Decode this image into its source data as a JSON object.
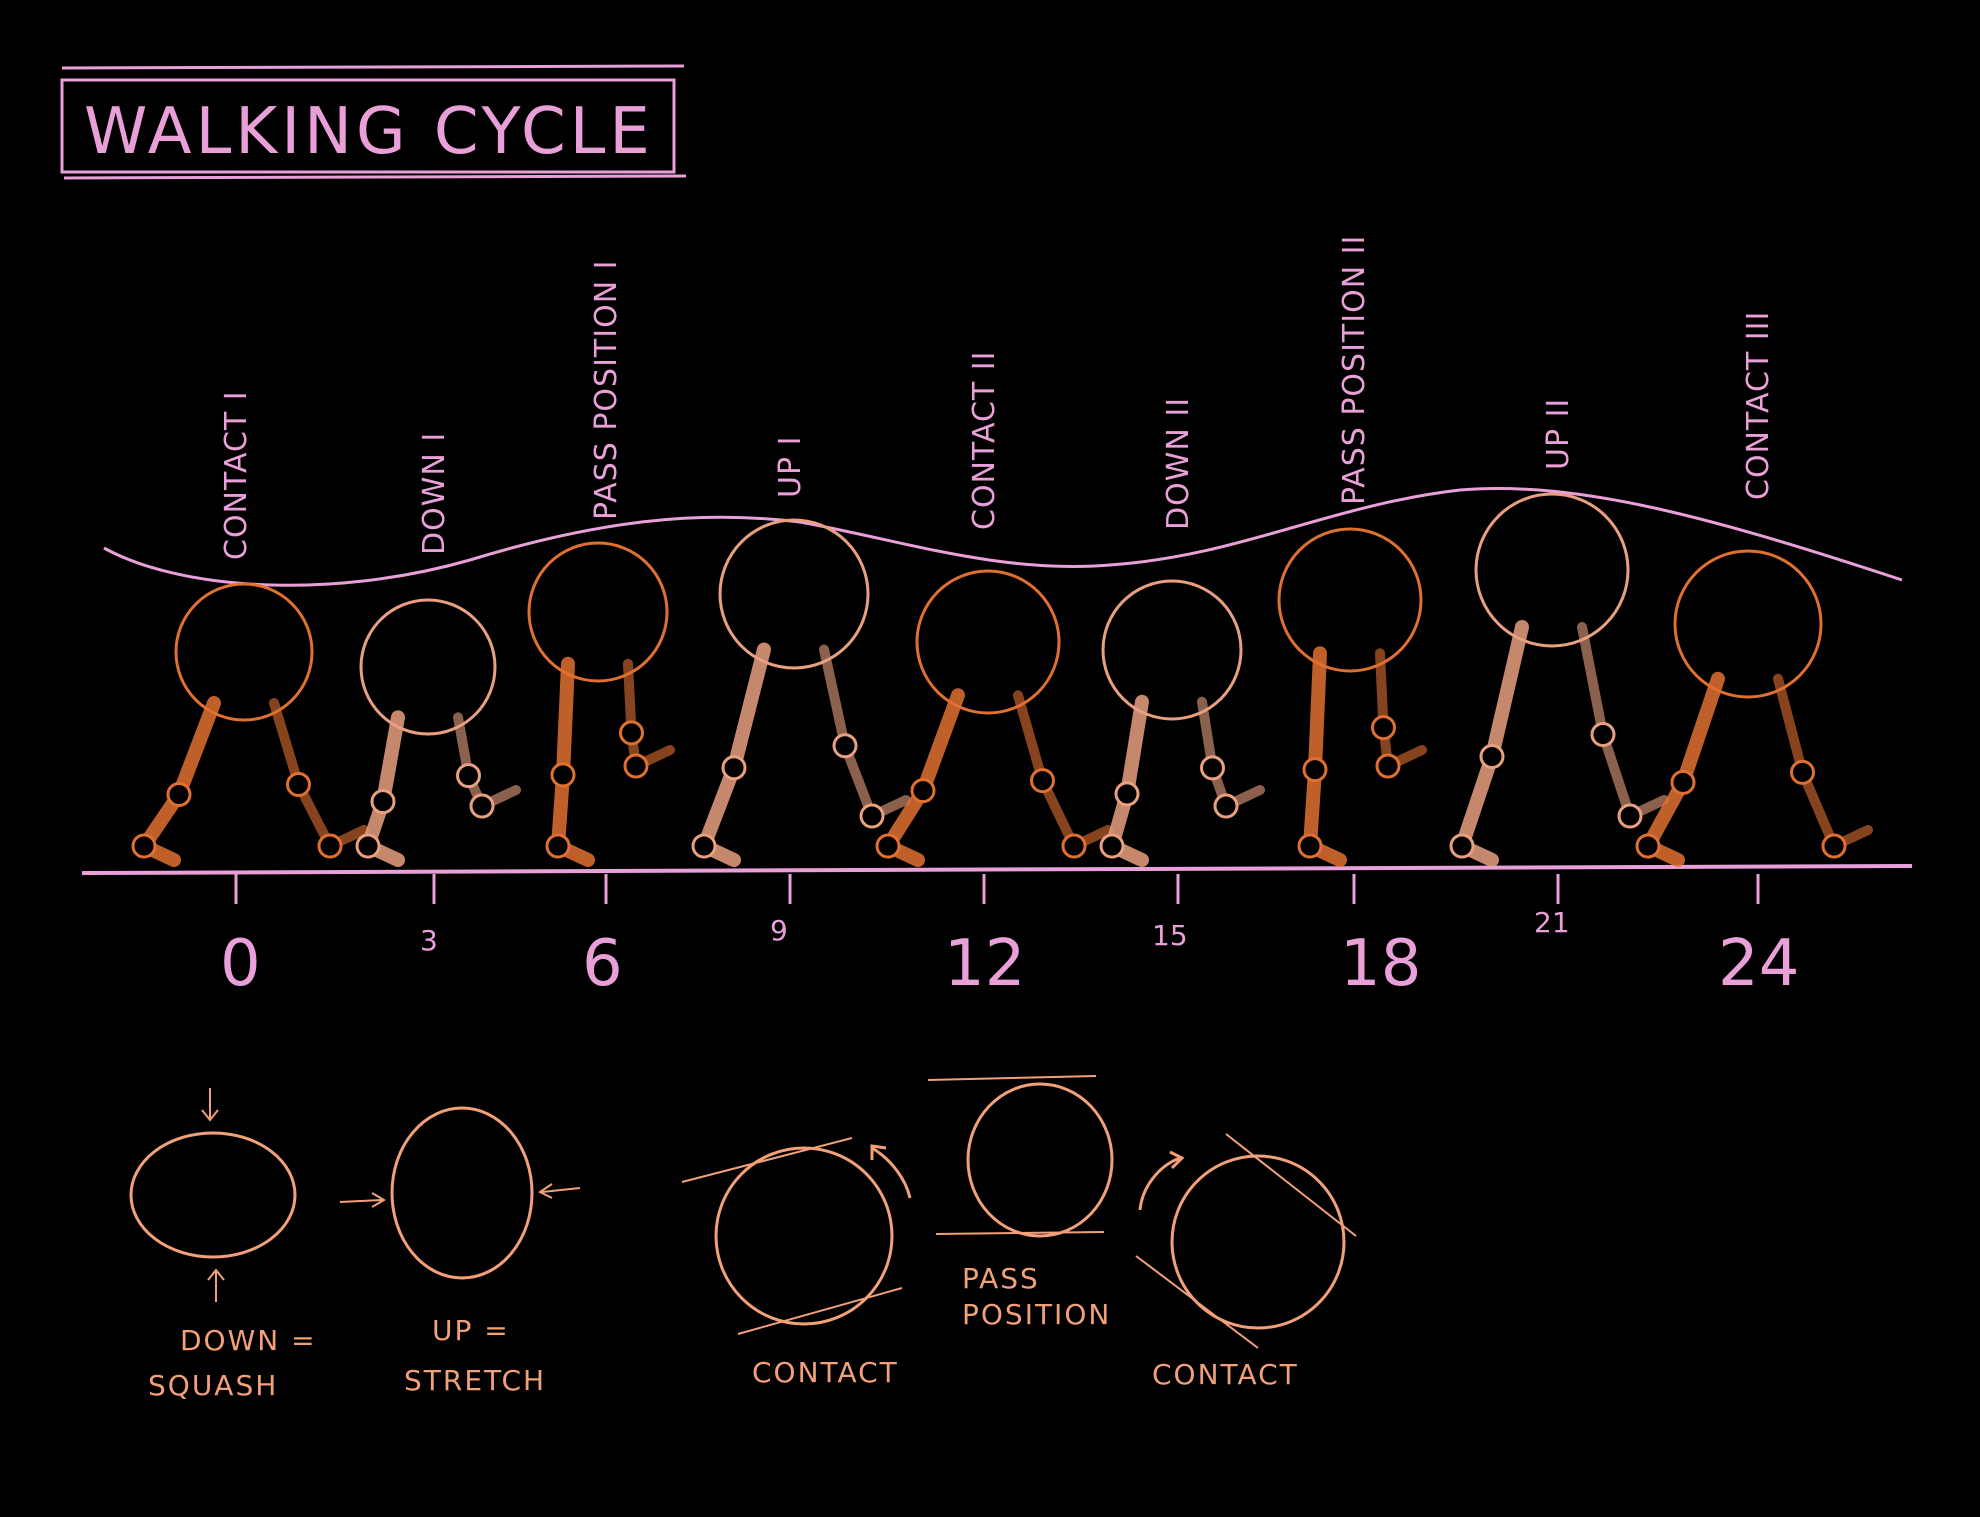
{
  "title": "WALKING CYCLE",
  "colors": {
    "background": "#000000",
    "pink": "#e9a0d8",
    "orange_dark": "#e07030",
    "orange_light": "#e8a080",
    "peach": "#f2a07a"
  },
  "poses": [
    {
      "label": "CONTACT I",
      "frame": "0",
      "size": "big"
    },
    {
      "label": "DOWN I",
      "frame": "3",
      "size": "small"
    },
    {
      "label": "PASS POSITION I",
      "frame": "6",
      "size": "big"
    },
    {
      "label": "UP I",
      "frame": "9",
      "size": "small"
    },
    {
      "label": "CONTACT II",
      "frame": "12",
      "size": "big"
    },
    {
      "label": "DOWN II",
      "frame": "15",
      "size": "small"
    },
    {
      "label": "PASS POSITION II",
      "frame": "18",
      "size": "big"
    },
    {
      "label": "UP II",
      "frame": "21",
      "size": "small"
    },
    {
      "label": "CONTACT III",
      "frame": "24",
      "size": "big"
    }
  ],
  "notes": {
    "down": [
      "DOWN =",
      "SQUASH"
    ],
    "up": [
      "UP =",
      "STRETCH"
    ],
    "contact_left": "CONTACT",
    "pass": [
      "PASS",
      "POSITION"
    ],
    "contact_right": "CONTACT"
  }
}
